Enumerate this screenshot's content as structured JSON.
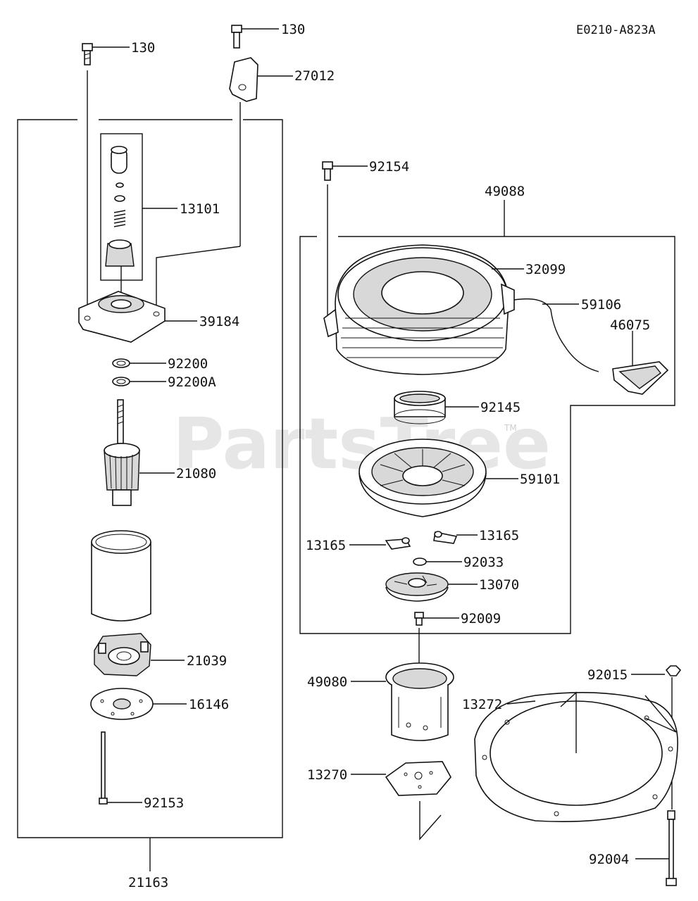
{
  "diagram_code": "E0210-A823A",
  "watermark": "PartsTree",
  "trademark": "TM",
  "labels": {
    "bolt_130_left": "130",
    "bolt_130_right": "130",
    "bracket_27012": "27012",
    "gear_set_13101": "13101",
    "cover_39184": "39184",
    "washer_92200": "92200",
    "washer_92200A": "92200A",
    "armature_21080": "21080",
    "brush_holder_21039": "21039",
    "plate_16146": "16146",
    "bolt_92153": "92153",
    "starter_assy_21163": "21163",
    "bolt_92154": "92154",
    "recoil_assy_49088": "49088",
    "case_32099": "32099",
    "rope_59106": "59106",
    "handle_46075": "46075",
    "spring_92145": "92145",
    "reel_59101": "59101",
    "ratchet_13165_left": "13165",
    "ratchet_13165_right": "13165",
    "spring_92033": "92033",
    "guide_13070": "13070",
    "bolt_92009": "92009",
    "pulley_49080": "49080",
    "nut_92015": "92015",
    "plate_13272": "13272",
    "plate_13270": "13270",
    "stud_92004": "92004"
  }
}
